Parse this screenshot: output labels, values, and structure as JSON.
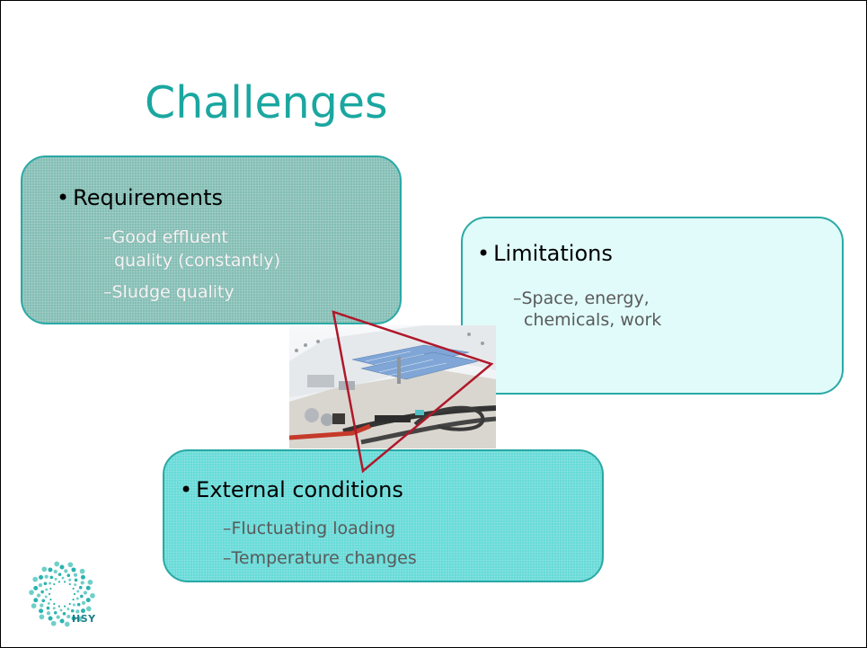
{
  "slide": {
    "title": "Challenges",
    "requirements": {
      "heading": "Requirements",
      "items": [
        "Good effluent",
        "quality (constantly)",
        "Sludge quality"
      ]
    },
    "limitations": {
      "heading": "Limitations",
      "items": [
        "Space, energy,",
        "chemicals, work"
      ]
    },
    "external": {
      "heading": "External conditions",
      "items": [
        "Fluctuating loading",
        "Temperature changes"
      ]
    },
    "bullet_glyph": "•",
    "dash_glyph": "–",
    "logo_text": "HSY"
  },
  "colors": {
    "title": "#1aa7a0",
    "box_border": "#2aa9a5",
    "requirements_fill": "#7cbab0",
    "limitations_fill": "#e0fbfa",
    "external_fill": "#5fd9d6",
    "triangle": "#b0182a"
  }
}
